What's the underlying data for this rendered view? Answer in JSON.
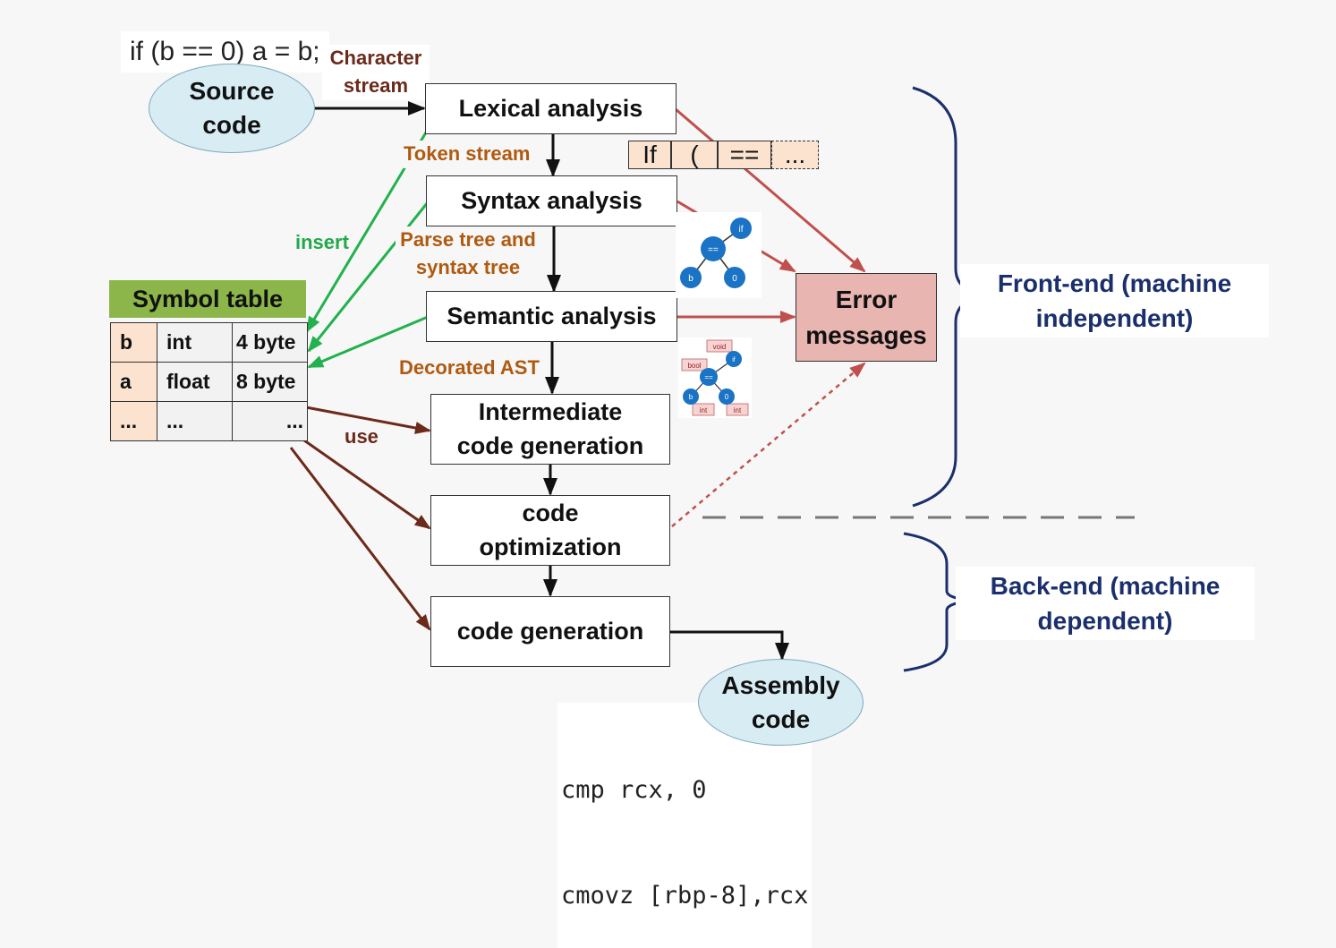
{
  "source_snippet": "if (b == 0) a = b;",
  "source_code": "Source code",
  "assembly_code": "Assembly code",
  "assembly_lines": [
    "cmp rcx, 0",
    "cmovz [rbp-8],rcx"
  ],
  "stages": {
    "lexical": "Lexical analysis",
    "syntax": "Syntax analysis",
    "semantic": "Semantic analysis",
    "intermediate": "Intermediate code generation",
    "optimization": "code optimization",
    "generation": "code generation"
  },
  "labels": {
    "character_stream": "Character stream",
    "token_stream": "Token stream",
    "parse_tree": "Parse tree and syntax tree",
    "decorated_ast": "Decorated AST",
    "insert": "insert",
    "use": "use"
  },
  "tokens": [
    "If",
    "(",
    "==",
    "..."
  ],
  "error_messages": "Error messages",
  "symbol_table": {
    "title": "Symbol table",
    "rows": [
      [
        "b",
        "int",
        "4 byte"
      ],
      [
        "a",
        "float",
        "8 byte"
      ],
      [
        "...",
        "...",
        "..."
      ]
    ]
  },
  "tree_nodes": {
    "if": "if",
    "eq": "==",
    "b": "b",
    "zero": "0"
  },
  "ast_tags": {
    "void": "void",
    "bool": "bool",
    "int_left": "int",
    "int_right": "int"
  },
  "front_end": "Front-end (machine independent)",
  "back_end": "Back-end (machine dependent)",
  "colors": {
    "ellipse_fill": "#d8ecf4",
    "error_fill": "#e8b5b1",
    "symbol_header": "#8cb54a",
    "brace": "#1a2f6b",
    "green_arrow": "#22b14c",
    "red_arrow": "#c0504d",
    "use_arrow": "#6b2a1a"
  }
}
